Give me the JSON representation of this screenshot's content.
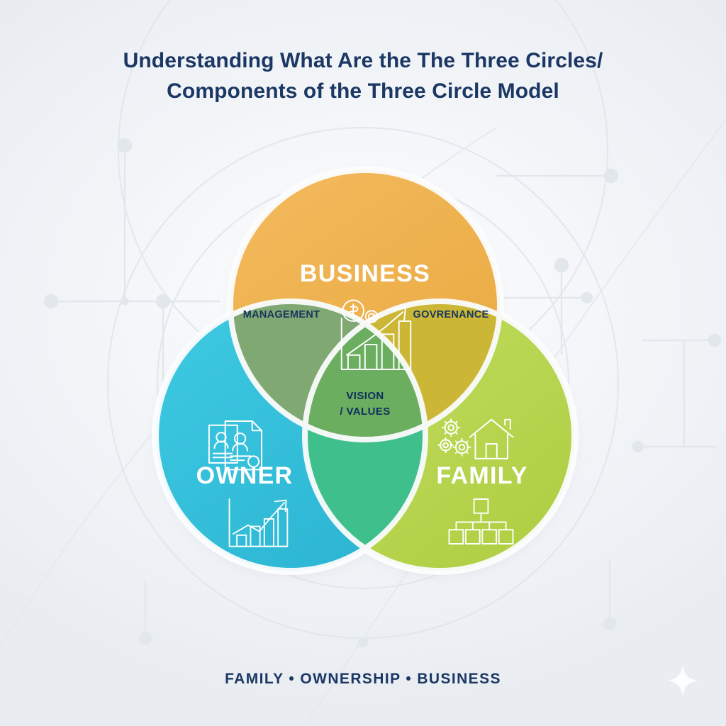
{
  "page": {
    "background_color": "#eef1f5",
    "accent_navy": "#1b3764"
  },
  "title": {
    "line1": "Understanding What Are the The Three Circles/",
    "line2": "Components of the Three Circle Model"
  },
  "diagram": {
    "type": "venn-three-circle",
    "circles": [
      {
        "id": "business",
        "label": "BUSINESS",
        "color": "#efb352",
        "color_dark": "#e9a63f",
        "position": "top",
        "icon": "money-growth-chart-icon"
      },
      {
        "id": "owner",
        "label": "OWNER",
        "color": "#38c4de",
        "color_dark": "#2bb6d4",
        "position": "bottom-left",
        "icon_top": "profile-documents-icon",
        "icon_bottom": "growth-chart-icon"
      },
      {
        "id": "family",
        "label": "FAMILY",
        "color": "#bbd955",
        "color_dark": "#aace44",
        "position": "bottom-right",
        "icon_top": "gears-house-icon",
        "icon_bottom": "org-chart-icon"
      }
    ],
    "overlap_labels": [
      {
        "id": "management",
        "text": "MANAGEMENT",
        "between": "business-owner",
        "color": "#16355f"
      },
      {
        "id": "governance",
        "text": "GOVRENANCE",
        "between": "business-family",
        "color": "#16355f"
      }
    ],
    "center_label": {
      "id": "vision-values",
      "line1": "VISION",
      "line2": "/ VALUES",
      "color": "#0f2f5c"
    },
    "overlap_colors": {
      "business_owner": "#7fa873",
      "business_family": "#cbb735",
      "owner_family": "#48c08e",
      "center": "#6cae5f"
    }
  },
  "footer": {
    "caption": "FAMILY • OWNERSHIP • BUSINESS"
  },
  "decor": {
    "sparkle": "four-point-star-icon",
    "network_lines": "faint-node-network",
    "ghost_circles": "large-faint-outline-circles"
  }
}
